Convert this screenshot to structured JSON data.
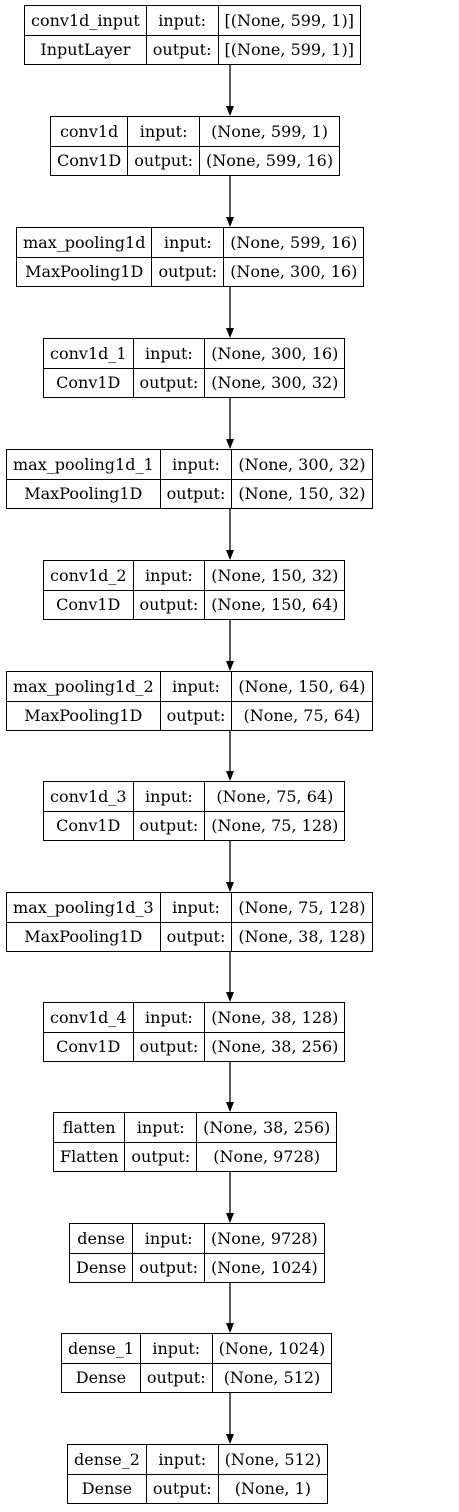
{
  "layers": [
    {
      "name": "conv1d_input",
      "type": "InputLayer",
      "input_label": "input:",
      "output_label": "output:",
      "input": "[(None, 599, 1)]",
      "output": "[(None, 599, 1)]"
    },
    {
      "name": "conv1d",
      "type": "Conv1D",
      "input_label": "input:",
      "output_label": "output:",
      "input": "(None, 599, 1)",
      "output": "(None, 599, 16)"
    },
    {
      "name": "max_pooling1d",
      "type": "MaxPooling1D",
      "input_label": "input:",
      "output_label": "output:",
      "input": "(None, 599, 16)",
      "output": "(None, 300, 16)"
    },
    {
      "name": "conv1d_1",
      "type": "Conv1D",
      "input_label": "input:",
      "output_label": "output:",
      "input": "(None, 300, 16)",
      "output": "(None, 300, 32)"
    },
    {
      "name": "max_pooling1d_1",
      "type": "MaxPooling1D",
      "input_label": "input:",
      "output_label": "output:",
      "input": "(None, 300, 32)",
      "output": "(None, 150, 32)"
    },
    {
      "name": "conv1d_2",
      "type": "Conv1D",
      "input_label": "input:",
      "output_label": "output:",
      "input": "(None, 150, 32)",
      "output": "(None, 150, 64)"
    },
    {
      "name": "max_pooling1d_2",
      "type": "MaxPooling1D",
      "input_label": "input:",
      "output_label": "output:",
      "input": "(None, 150, 64)",
      "output": "(None, 75, 64)"
    },
    {
      "name": "conv1d_3",
      "type": "Conv1D",
      "input_label": "input:",
      "output_label": "output:",
      "input": "(None, 75, 64)",
      "output": "(None, 75, 128)"
    },
    {
      "name": "max_pooling1d_3",
      "type": "MaxPooling1D",
      "input_label": "input:",
      "output_label": "output:",
      "input": "(None, 75, 128)",
      "output": "(None, 38, 128)"
    },
    {
      "name": "conv1d_4",
      "type": "Conv1D",
      "input_label": "input:",
      "output_label": "output:",
      "input": "(None, 38, 128)",
      "output": "(None, 38, 256)"
    },
    {
      "name": "flatten",
      "type": "Flatten",
      "input_label": "input:",
      "output_label": "output:",
      "input": "(None, 38, 256)",
      "output": "(None, 9728)"
    },
    {
      "name": "dense",
      "type": "Dense",
      "input_label": "input:",
      "output_label": "output:",
      "input": "(None, 9728)",
      "output": "(None, 1024)"
    },
    {
      "name": "dense_1",
      "type": "Dense",
      "input_label": "input:",
      "output_label": "output:",
      "input": "(None, 1024)",
      "output": "(None, 512)"
    },
    {
      "name": "dense_2",
      "type": "Dense",
      "input_label": "input:",
      "output_label": "output:",
      "input": "(None, 512)",
      "output": "(None, 1)"
    }
  ]
}
